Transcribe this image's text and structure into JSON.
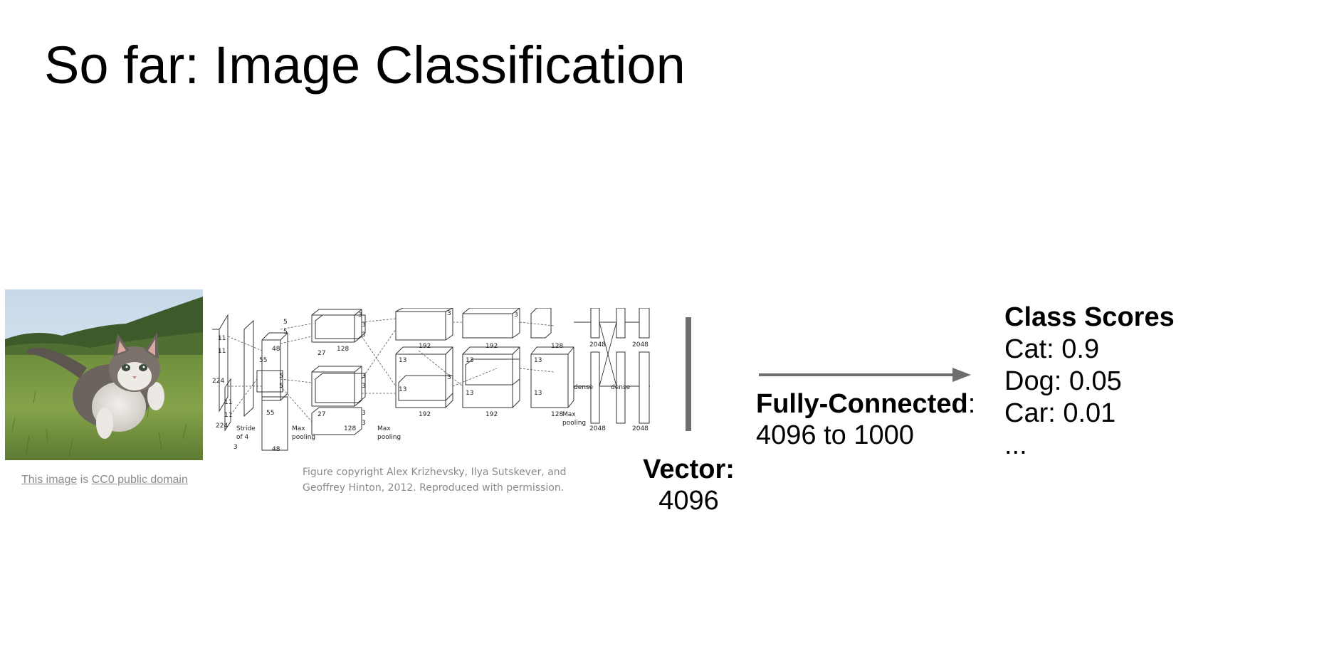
{
  "slide": {
    "title": "So far: Image Classification"
  },
  "photo": {
    "credit_link": "This image",
    "credit_mid": " is ",
    "credit_license": "CC0 public domain"
  },
  "alexnet_figure": {
    "credit_line1": "Figure copyright Alex Krizhevsky, Ilya Sutskever, and",
    "credit_line2": "Geoffrey Hinton, 2012. Reproduced with permission.",
    "labels": {
      "in224a": "224",
      "in224b": "224",
      "in3": "3",
      "k11a": "11",
      "k11b": "11",
      "k11c": "11",
      "k11d": "11",
      "s55a": "55",
      "s55b": "55",
      "stride1": "Stride",
      "stride2": "of 4",
      "c48a": "48",
      "c48b": "48",
      "k5a": "5",
      "k5b": "5",
      "k5c": "5",
      "k5d": "5",
      "mp1a": "Max",
      "mp1b": "pooling",
      "s27a": "27",
      "s27b": "27",
      "c128a": "128",
      "c128b": "128",
      "k3a": "3",
      "k3b": "3",
      "k3c": "3",
      "k3d": "3",
      "k3e": "3",
      "k3f": "3",
      "k3g": "3",
      "k3h": "3",
      "k3i": "3",
      "k3j": "3",
      "mp2a": "Max",
      "mp2b": "pooling",
      "s13a": "13",
      "s13b": "13",
      "s13c": "13",
      "s13d": "13",
      "s13e": "13",
      "s13f": "13",
      "c192a": "192",
      "c192b": "192",
      "c192c": "192",
      "c192d": "192",
      "c128c": "128",
      "c128d": "128",
      "mp3a": "Max",
      "mp3b": "pooling",
      "d2048a": "2048",
      "d2048b": "2048",
      "d2048c": "2048",
      "d2048d": "2048",
      "dense1": "dense",
      "dense2": "dense"
    }
  },
  "vector": {
    "label": "Vector:",
    "size": "4096"
  },
  "fully_connected": {
    "label": "Fully-Connected",
    "colon": ":",
    "detail": "4096 to 1000"
  },
  "class_scores": {
    "heading": "Class Scores",
    "rows": [
      "Cat: 0.9",
      "Dog: 0.05",
      "Car: 0.01",
      "..."
    ]
  },
  "colors": {
    "arrow": "#6e6e6e",
    "vector_bar": "#6e6e6e",
    "credit_text": "#8a8a8a"
  }
}
